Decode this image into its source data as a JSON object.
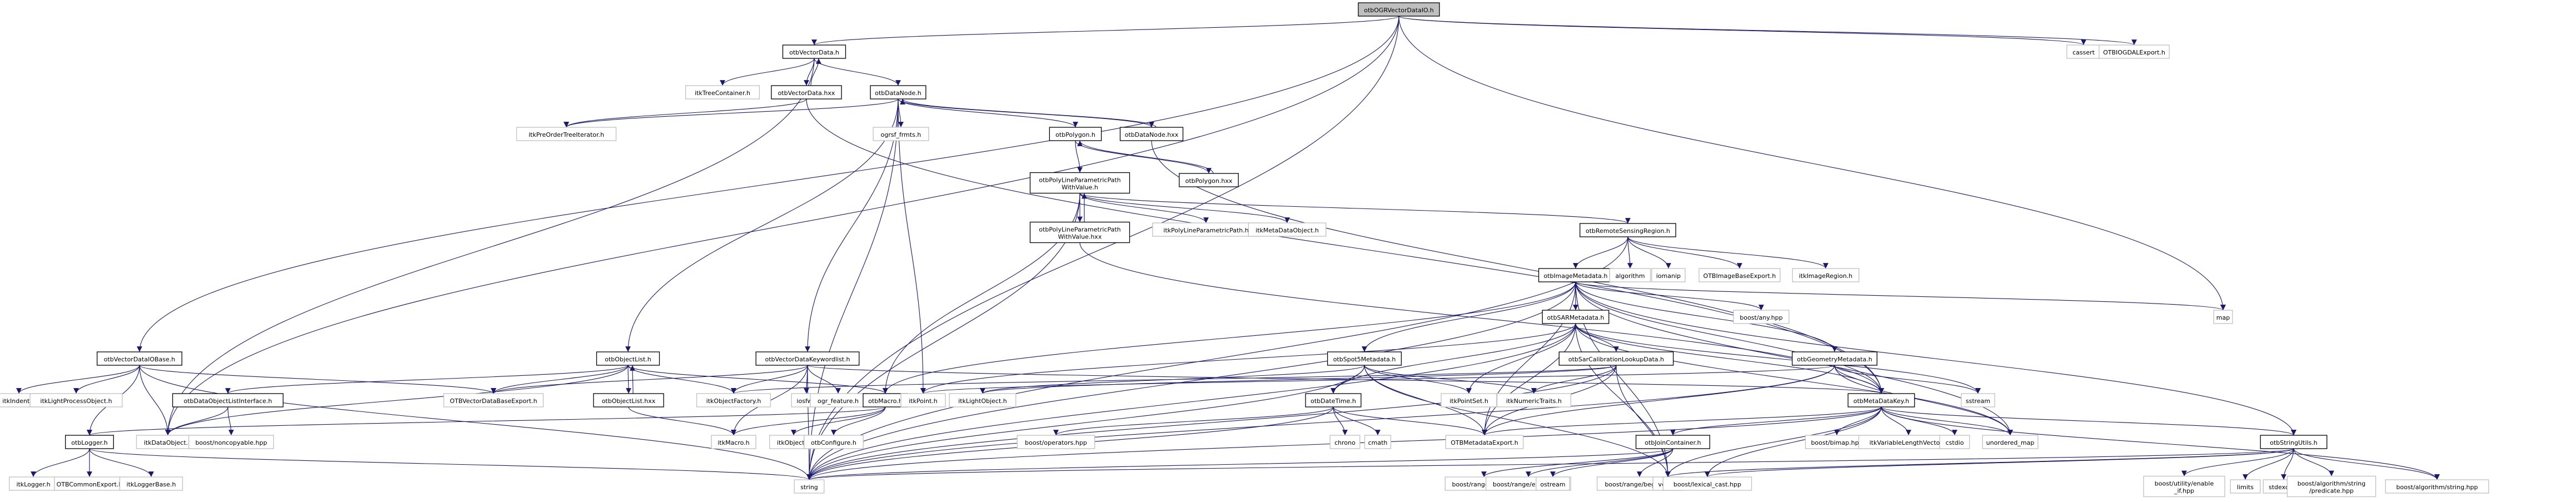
{
  "title": "otbOGRVectorDataIO.h include dependency graph",
  "colors": {
    "edge": "#191970",
    "root_fill": "#bfbfbf",
    "documented_border": "#000000",
    "external_border": "#c0c0c0"
  },
  "nodes": [
    {
      "id": "root",
      "label": [
        "otbOGRVectorDataIO.h"
      ],
      "kind": "root"
    },
    {
      "id": "VectorData",
      "label": [
        "otbVectorData.h"
      ],
      "kind": "doc"
    },
    {
      "id": "cassert",
      "label": [
        "cassert"
      ],
      "kind": "ext"
    },
    {
      "id": "OTBIOGDALExport",
      "label": [
        "OTBIOGDALExport.h"
      ],
      "kind": "ext"
    },
    {
      "id": "itkTreeContainer",
      "label": [
        "itkTreeContainer.h"
      ],
      "kind": "ext"
    },
    {
      "id": "VectorDataHxx",
      "label": [
        "otbVectorData.hxx"
      ],
      "kind": "doc"
    },
    {
      "id": "DataNode",
      "label": [
        "otbDataNode.h"
      ],
      "kind": "doc"
    },
    {
      "id": "itkPreOrderTreeIterator",
      "label": [
        "itkPreOrderTreeIterator.h"
      ],
      "kind": "ext"
    },
    {
      "id": "ogrsf_frmts",
      "label": [
        "ogrsf_frmts.h"
      ],
      "kind": "ext"
    },
    {
      "id": "Polygon",
      "label": [
        "otbPolygon.h"
      ],
      "kind": "doc"
    },
    {
      "id": "DataNodeHxx",
      "label": [
        "otbDataNode.hxx"
      ],
      "kind": "doc"
    },
    {
      "id": "PolygonHxx",
      "label": [
        "otbPolygon.hxx"
      ],
      "kind": "doc"
    },
    {
      "id": "PolyLinePath",
      "label": [
        "otbPolyLineParametricPath",
        "WithValue.h"
      ],
      "kind": "doc"
    },
    {
      "id": "PolyLinePathHxx",
      "label": [
        "otbPolyLineParametricPath",
        "WithValue.hxx"
      ],
      "kind": "doc"
    },
    {
      "id": "itkPolyLineParametricPath",
      "label": [
        "itkPolyLineParametricPath.h"
      ],
      "kind": "ext"
    },
    {
      "id": "itkMetaDataObject",
      "label": [
        "itkMetaDataObject.h"
      ],
      "kind": "ext"
    },
    {
      "id": "RemoteSensingRegion",
      "label": [
        "otbRemoteSensingRegion.h"
      ],
      "kind": "doc"
    },
    {
      "id": "ImageMetadata",
      "label": [
        "otbImageMetadata.h"
      ],
      "kind": "doc"
    },
    {
      "id": "algorithm",
      "label": [
        "algorithm"
      ],
      "kind": "ext"
    },
    {
      "id": "iomanip",
      "label": [
        "iomanip"
      ],
      "kind": "ext"
    },
    {
      "id": "OTBImageBaseExport",
      "label": [
        "OTBImageBaseExport.h"
      ],
      "kind": "ext"
    },
    {
      "id": "itkImageRegion",
      "label": [
        "itkImageRegion.h"
      ],
      "kind": "ext"
    },
    {
      "id": "boostAny",
      "label": [
        "boost/any.hpp"
      ],
      "kind": "ext"
    },
    {
      "id": "map",
      "label": [
        "map"
      ],
      "kind": "ext"
    },
    {
      "id": "SARMetadata",
      "label": [
        "otbSARMetadata.h"
      ],
      "kind": "doc"
    },
    {
      "id": "VectorDataIOBase",
      "label": [
        "otbVectorDataIOBase.h"
      ],
      "kind": "doc"
    },
    {
      "id": "ObjectList",
      "label": [
        "otbObjectList.h"
      ],
      "kind": "doc"
    },
    {
      "id": "VectorDataKeywordlist",
      "label": [
        "otbVectorDataKeywordlist.h"
      ],
      "kind": "doc"
    },
    {
      "id": "Spot5Metadata",
      "label": [
        "otbSpot5Metadata.h"
      ],
      "kind": "doc"
    },
    {
      "id": "SarCalibrationLookupData",
      "label": [
        "otbSarCalibrationLookupData.h"
      ],
      "kind": "doc"
    },
    {
      "id": "GeometryMetadata",
      "label": [
        "otbGeometryMetadata.h"
      ],
      "kind": "doc"
    },
    {
      "id": "sstream",
      "label": [
        "sstream"
      ],
      "kind": "ext"
    },
    {
      "id": "itkIndent",
      "label": [
        "itkIndent.h"
      ],
      "kind": "ext"
    },
    {
      "id": "itkLightProcessObject",
      "label": [
        "itkLightProcessObject.h"
      ],
      "kind": "ext"
    },
    {
      "id": "DataObjectListInterface",
      "label": [
        "otbDataObjectListInterface.h"
      ],
      "kind": "doc"
    },
    {
      "id": "OTBVectorDataBaseExport",
      "label": [
        "OTBVectorDataBaseExport.h"
      ],
      "kind": "ext"
    },
    {
      "id": "ObjectListHxx",
      "label": [
        "otbObjectList.hxx"
      ],
      "kind": "doc"
    },
    {
      "id": "itkObjectFactory",
      "label": [
        "itkObjectFactory.h"
      ],
      "kind": "ext"
    },
    {
      "id": "iosfwd",
      "label": [
        "iosfwd"
      ],
      "kind": "ext"
    },
    {
      "id": "ogr_feature",
      "label": [
        "ogr_feature.h"
      ],
      "kind": "ext"
    },
    {
      "id": "Macro",
      "label": [
        "otbMacro.h"
      ],
      "kind": "doc"
    },
    {
      "id": "itkPoint",
      "label": [
        "itkPoint.h"
      ],
      "kind": "ext"
    },
    {
      "id": "itkLightObject",
      "label": [
        "itkLightObject.h"
      ],
      "kind": "ext"
    },
    {
      "id": "DateTime",
      "label": [
        "otbDateTime.h"
      ],
      "kind": "doc"
    },
    {
      "id": "itkPointSet",
      "label": [
        "itkPointSet.h"
      ],
      "kind": "ext"
    },
    {
      "id": "itkNumericTraits",
      "label": [
        "itkNumericTraits.h"
      ],
      "kind": "ext"
    },
    {
      "id": "MetaDataKey",
      "label": [
        "otbMetaDataKey.h"
      ],
      "kind": "doc"
    },
    {
      "id": "Logger",
      "label": [
        "otbLogger.h"
      ],
      "kind": "doc"
    },
    {
      "id": "itkDataObject",
      "label": [
        "itkDataObject.h"
      ],
      "kind": "ext"
    },
    {
      "id": "boostNoncopyable",
      "label": [
        "boost/noncopyable.hpp"
      ],
      "kind": "ext"
    },
    {
      "id": "itkMacro",
      "label": [
        "itkMacro.h"
      ],
      "kind": "ext"
    },
    {
      "id": "itkObject",
      "label": [
        "itkObject.h"
      ],
      "kind": "ext"
    },
    {
      "id": "otbConfigure",
      "label": [
        "otbConfigure.h"
      ],
      "kind": "ext"
    },
    {
      "id": "boostOperators",
      "label": [
        "boost/operators.hpp"
      ],
      "kind": "ext"
    },
    {
      "id": "chrono",
      "label": [
        "chrono"
      ],
      "kind": "ext"
    },
    {
      "id": "cmath",
      "label": [
        "cmath"
      ],
      "kind": "ext"
    },
    {
      "id": "OTBMetadataExport",
      "label": [
        "OTBMetadataExport.h"
      ],
      "kind": "ext"
    },
    {
      "id": "JoinContainer",
      "label": [
        "otbJoinContainer.h"
      ],
      "kind": "doc"
    },
    {
      "id": "boostBimap",
      "label": [
        "boost/bimap.hpp"
      ],
      "kind": "ext"
    },
    {
      "id": "itkVariableLengthVector",
      "label": [
        "itkVariableLengthVector.h"
      ],
      "kind": "ext"
    },
    {
      "id": "cstdio",
      "label": [
        "cstdio"
      ],
      "kind": "ext"
    },
    {
      "id": "unordered_map",
      "label": [
        "unordered_map"
      ],
      "kind": "ext"
    },
    {
      "id": "StringUtils",
      "label": [
        "otbStringUtils.h"
      ],
      "kind": "doc"
    },
    {
      "id": "itkLogger",
      "label": [
        "itkLogger.h"
      ],
      "kind": "ext"
    },
    {
      "id": "OTBCommonExport",
      "label": [
        "OTBCommonExport.h"
      ],
      "kind": "ext"
    },
    {
      "id": "itkLoggerBase",
      "label": [
        "itkLoggerBase.h"
      ],
      "kind": "ext"
    },
    {
      "id": "string",
      "label": [
        "string"
      ],
      "kind": "ext"
    },
    {
      "id": "boostRangeEnd",
      "label": [
        "boost/range/end.hpp"
      ],
      "kind": "ext"
    },
    {
      "id": "boostRangeEmpty",
      "label": [
        "boost/range/empty.hpp"
      ],
      "kind": "ext"
    },
    {
      "id": "ostream",
      "label": [
        "ostream"
      ],
      "kind": "ext"
    },
    {
      "id": "boostRangeBegin",
      "label": [
        "boost/range/begin.hpp"
      ],
      "kind": "ext"
    },
    {
      "id": "vector",
      "label": [
        "vector"
      ],
      "kind": "ext"
    },
    {
      "id": "boostLexicalCast",
      "label": [
        "boost/lexical_cast.hpp"
      ],
      "kind": "ext"
    },
    {
      "id": "boostEnableIf",
      "label": [
        "boost/utility/enable",
        "_if.hpp"
      ],
      "kind": "ext"
    },
    {
      "id": "limits",
      "label": [
        "limits"
      ],
      "kind": "ext"
    },
    {
      "id": "stdexcept",
      "label": [
        "stdexcept"
      ],
      "kind": "ext"
    },
    {
      "id": "boostPredicate",
      "label": [
        "boost/algorithm/string",
        "/predicate.hpp"
      ],
      "kind": "ext"
    },
    {
      "id": "boostAlgoString",
      "label": [
        "boost/algorithm/string.hpp"
      ],
      "kind": "ext"
    }
  ],
  "edges": [
    [
      "root",
      "VectorData"
    ],
    [
      "root",
      "cassert"
    ],
    [
      "root",
      "OTBIOGDALExport"
    ],
    [
      "root",
      "VectorDataIOBase"
    ],
    [
      "root",
      "map"
    ],
    [
      "root",
      "string"
    ],
    [
      "root",
      "itkDataObject"
    ],
    [
      "VectorData",
      "itkTreeContainer"
    ],
    [
      "VectorData",
      "VectorDataHxx"
    ],
    [
      "VectorData",
      "DataNode"
    ],
    [
      "VectorData",
      "itkDataObject"
    ],
    [
      "VectorDataHxx",
      "VectorData"
    ],
    [
      "VectorDataHxx",
      "itkPreOrderTreeIterator"
    ],
    [
      "VectorDataHxx",
      "MetaDataKey"
    ],
    [
      "DataNode",
      "ogrsf_frmts"
    ],
    [
      "DataNode",
      "Polygon"
    ],
    [
      "DataNode",
      "DataNodeHxx"
    ],
    [
      "DataNode",
      "itkPreOrderTreeIterator"
    ],
    [
      "DataNode",
      "ObjectList"
    ],
    [
      "DataNode",
      "VectorDataKeywordlist"
    ],
    [
      "DataNode",
      "itkPoint"
    ],
    [
      "DataNode",
      "string"
    ],
    [
      "DataNodeHxx",
      "DataNode"
    ],
    [
      "DataNodeHxx",
      "MetaDataKey"
    ],
    [
      "Polygon",
      "PolyLinePath"
    ],
    [
      "Polygon",
      "PolygonHxx"
    ],
    [
      "PolygonHxx",
      "Polygon"
    ],
    [
      "PolyLinePath",
      "PolyLinePathHxx"
    ],
    [
      "PolyLinePath",
      "itkPolyLineParametricPath"
    ],
    [
      "PolyLinePath",
      "itkMetaDataObject"
    ],
    [
      "PolyLinePath",
      "RemoteSensingRegion"
    ],
    [
      "PolyLinePath",
      "Macro"
    ],
    [
      "PolyLinePath",
      "string"
    ],
    [
      "PolyLinePathHxx",
      "PolyLinePath"
    ],
    [
      "PolyLinePathHxx",
      "MetaDataKey"
    ],
    [
      "RemoteSensingRegion",
      "ImageMetadata"
    ],
    [
      "RemoteSensingRegion",
      "algorithm"
    ],
    [
      "RemoteSensingRegion",
      "iomanip"
    ],
    [
      "RemoteSensingRegion",
      "OTBImageBaseExport"
    ],
    [
      "RemoteSensingRegion",
      "itkImageRegion"
    ],
    [
      "RemoteSensingRegion",
      "string"
    ],
    [
      "ImageMetadata",
      "SARMetadata"
    ],
    [
      "ImageMetadata",
      "boostAny"
    ],
    [
      "ImageMetadata",
      "map"
    ],
    [
      "ImageMetadata",
      "GeometryMetadata"
    ],
    [
      "ImageMetadata",
      "MetaDataKey"
    ],
    [
      "ImageMetadata",
      "Spot5Metadata"
    ],
    [
      "ImageMetadata",
      "Macro"
    ],
    [
      "ImageMetadata",
      "OTBMetadataExport"
    ],
    [
      "ImageMetadata",
      "unordered_map"
    ],
    [
      "ImageMetadata",
      "vector"
    ],
    [
      "ImageMetadata",
      "string"
    ],
    [
      "ImageMetadata",
      "StringUtils"
    ],
    [
      "SARMetadata",
      "SarCalibrationLookupData"
    ],
    [
      "SARMetadata",
      "DateTime"
    ],
    [
      "SARMetadata",
      "itkPointSet"
    ],
    [
      "SARMetadata",
      "itkPoint"
    ],
    [
      "SARMetadata",
      "MetaDataKey"
    ],
    [
      "SARMetadata",
      "OTBMetadataExport"
    ],
    [
      "SARMetadata",
      "string"
    ],
    [
      "SARMetadata",
      "vector"
    ],
    [
      "SARMetadata",
      "sstream"
    ],
    [
      "SARMetadata",
      "unordered_map"
    ],
    [
      "VectorDataIOBase",
      "itkIndent"
    ],
    [
      "VectorDataIOBase",
      "itkLightProcessObject"
    ],
    [
      "VectorDataIOBase",
      "itkDataObject"
    ],
    [
      "VectorDataIOBase",
      "OTBVectorDataBaseExport"
    ],
    [
      "VectorDataIOBase",
      "string"
    ],
    [
      "VectorDataIOBase",
      "Logger"
    ],
    [
      "ObjectList",
      "ObjectListHxx"
    ],
    [
      "ObjectList",
      "itkObjectFactory"
    ],
    [
      "ObjectList",
      "DataObjectListInterface"
    ],
    [
      "ObjectList",
      "OTBVectorDataBaseExport"
    ],
    [
      "ObjectList",
      "itkDataObject"
    ],
    [
      "ObjectList",
      "Macro"
    ],
    [
      "ObjectListHxx",
      "ObjectList"
    ],
    [
      "ObjectListHxx",
      "itkMacro"
    ],
    [
      "DataObjectListInterface",
      "itkDataObject"
    ],
    [
      "DataObjectListInterface",
      "boostNoncopyable"
    ],
    [
      "VectorDataKeywordlist",
      "iosfwd"
    ],
    [
      "VectorDataKeywordlist",
      "ogr_feature"
    ],
    [
      "VectorDataKeywordlist",
      "itkObjectFactory"
    ],
    [
      "VectorDataKeywordlist",
      "OTBVectorDataBaseExport"
    ],
    [
      "VectorDataKeywordlist",
      "itkMacro"
    ],
    [
      "VectorDataKeywordlist",
      "string"
    ],
    [
      "VectorDataKeywordlist",
      "MetaDataKey"
    ],
    [
      "Spot5Metadata",
      "DateTime"
    ],
    [
      "Spot5Metadata",
      "itkPointSet"
    ],
    [
      "Spot5Metadata",
      "itkNumericTraits"
    ],
    [
      "Spot5Metadata",
      "OTBMetadataExport"
    ],
    [
      "Spot5Metadata",
      "itkLightObject"
    ],
    [
      "Spot5Metadata",
      "string"
    ],
    [
      "Spot5Metadata",
      "vector"
    ],
    [
      "SarCalibrationLookupData",
      "itkNumericTraits"
    ],
    [
      "SarCalibrationLookupData",
      "itkLightObject"
    ],
    [
      "SarCalibrationLookupData",
      "itkObjectFactory"
    ],
    [
      "SarCalibrationLookupData",
      "OTBMetadataExport"
    ],
    [
      "SarCalibrationLookupData",
      "string"
    ],
    [
      "SarCalibrationLookupData",
      "vector"
    ],
    [
      "GeometryMetadata",
      "MetaDataKey"
    ],
    [
      "GeometryMetadata",
      "sstream"
    ],
    [
      "GeometryMetadata",
      "OTBMetadataExport"
    ],
    [
      "GeometryMetadata",
      "itkPoint"
    ],
    [
      "GeometryMetadata",
      "unordered_map"
    ],
    [
      "GeometryMetadata",
      "string"
    ],
    [
      "Macro",
      "itkObject"
    ],
    [
      "Macro",
      "otbConfigure"
    ],
    [
      "Macro",
      "Logger"
    ],
    [
      "Macro",
      "itkMacro"
    ],
    [
      "Logger",
      "itkLogger"
    ],
    [
      "Logger",
      "OTBCommonExport"
    ],
    [
      "Logger",
      "itkLoggerBase"
    ],
    [
      "Logger",
      "string"
    ],
    [
      "DateTime",
      "boostOperators"
    ],
    [
      "DateTime",
      "chrono"
    ],
    [
      "DateTime",
      "cmath"
    ],
    [
      "DateTime",
      "OTBMetadataExport"
    ],
    [
      "DateTime",
      "string"
    ],
    [
      "MetaDataKey",
      "boostBimap"
    ],
    [
      "MetaDataKey",
      "itkVariableLengthVector"
    ],
    [
      "MetaDataKey",
      "cstdio"
    ],
    [
      "MetaDataKey",
      "unordered_map"
    ],
    [
      "MetaDataKey",
      "OTBMetadataExport"
    ],
    [
      "MetaDataKey",
      "JoinContainer"
    ],
    [
      "MetaDataKey",
      "vector"
    ],
    [
      "MetaDataKey",
      "string"
    ],
    [
      "MetaDataKey",
      "StringUtils"
    ],
    [
      "MetaDataKey",
      "boostLexicalCast"
    ],
    [
      "MetaDataKey",
      "boostAlgoString"
    ],
    [
      "JoinContainer",
      "boostRangeEnd"
    ],
    [
      "JoinContainer",
      "boostRangeEmpty"
    ],
    [
      "JoinContainer",
      "ostream"
    ],
    [
      "JoinContainer",
      "boostRangeBegin"
    ],
    [
      "JoinContainer",
      "string"
    ],
    [
      "StringUtils",
      "boostEnableIf"
    ],
    [
      "StringUtils",
      "limits"
    ],
    [
      "StringUtils",
      "stdexcept"
    ],
    [
      "StringUtils",
      "boostPredicate"
    ],
    [
      "StringUtils",
      "boostAlgoString"
    ],
    [
      "StringUtils",
      "boostLexicalCast"
    ],
    [
      "StringUtils",
      "vector"
    ],
    [
      "StringUtils",
      "string"
    ]
  ]
}
